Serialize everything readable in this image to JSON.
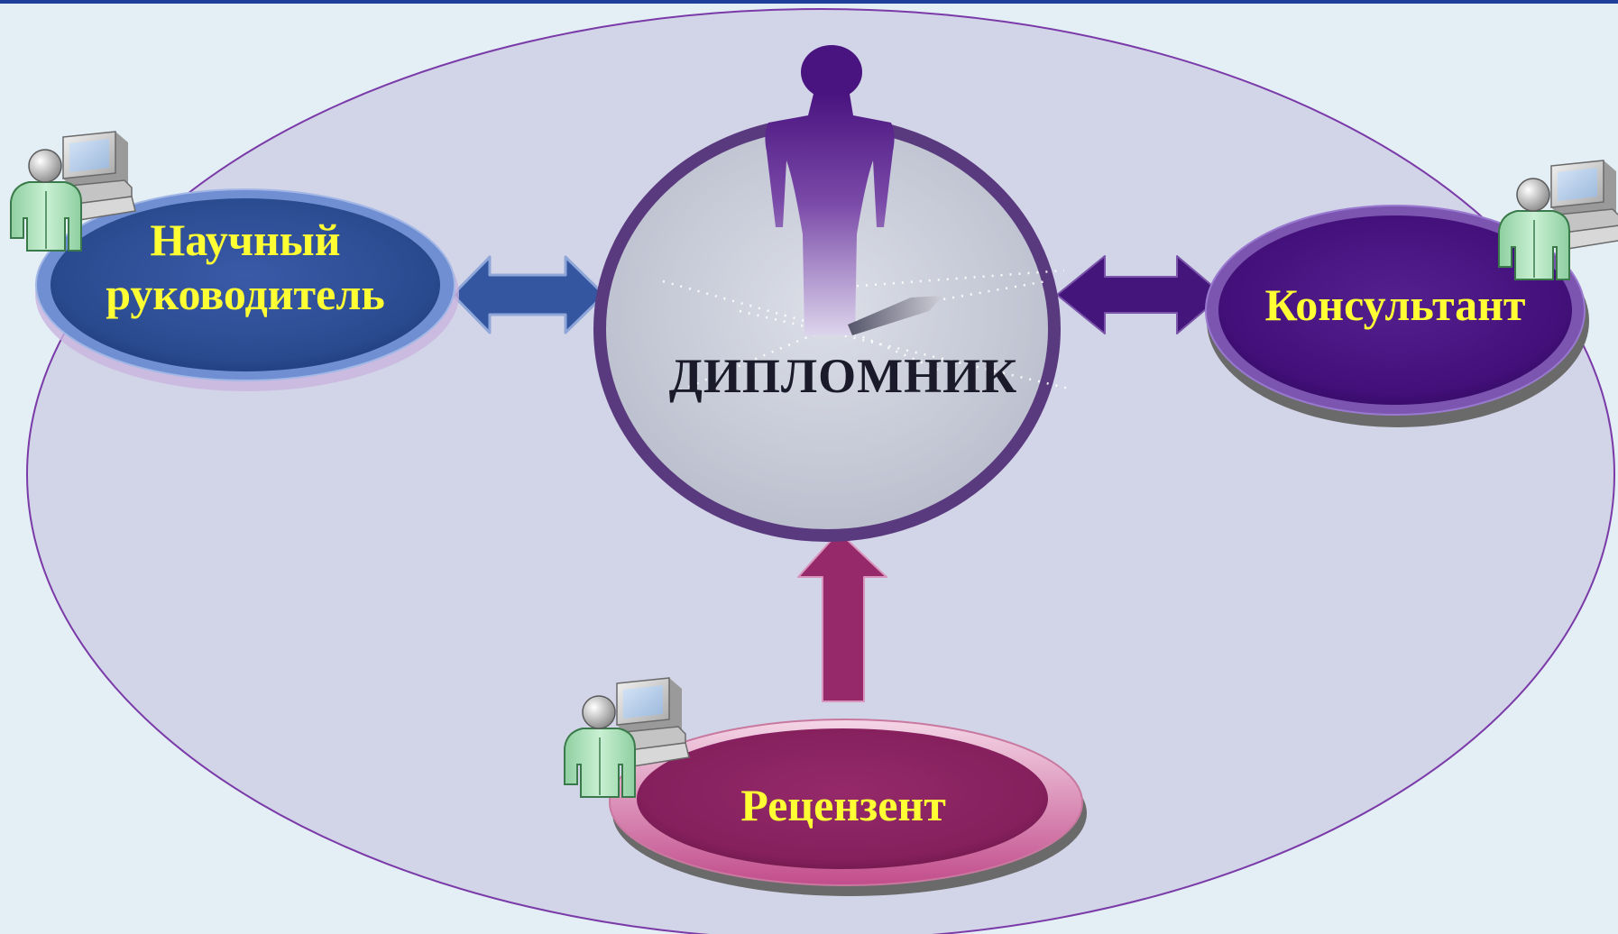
{
  "diagram": {
    "center_label": "ДИПЛОМНИК",
    "nodes": [
      {
        "id": "supervisor",
        "label_line1": "Научный",
        "label_line2": "руководитель",
        "color": "#2f4f96"
      },
      {
        "id": "consultant",
        "label": "Консультант",
        "color": "#44157a"
      },
      {
        "id": "reviewer",
        "label": "Рецензент",
        "color": "#8a2360"
      }
    ],
    "arrows": [
      {
        "from": "supervisor",
        "to": "center",
        "type": "bidirectional",
        "color": "#3456a0"
      },
      {
        "from": "consultant",
        "to": "center",
        "type": "bidirectional",
        "color": "#44157a"
      },
      {
        "from": "reviewer",
        "to": "center",
        "type": "one-way",
        "color": "#96296a"
      }
    ],
    "icons": [
      "user-computer-icon",
      "user-computer-icon",
      "user-computer-icon",
      "person-silhouette-icon"
    ],
    "colors": {
      "background": "#e3eef5",
      "outer_ellipse_fill": "#d2d4e8",
      "outer_ellipse_stroke": "#7a3aa8",
      "center_ring": "#5a3a7e",
      "label_text": "#ffff33",
      "center_text": "#1a1a2a",
      "top_border": "#1e3f9a"
    }
  }
}
